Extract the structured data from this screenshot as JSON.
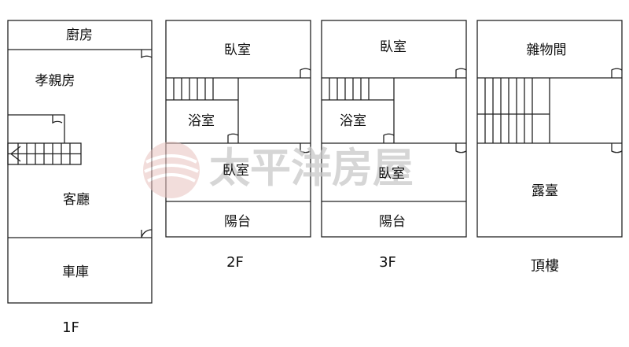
{
  "watermark": {
    "text": "太平洋房屋",
    "color": "#d9a8a4"
  },
  "floors": [
    {
      "label": "1F",
      "rooms": [
        "廚房",
        "孝親房",
        "客廳",
        "車庫"
      ]
    },
    {
      "label": "2F",
      "rooms": [
        "臥室",
        "浴室",
        "臥室",
        "陽台"
      ]
    },
    {
      "label": "3F",
      "rooms": [
        "臥室",
        "浴室",
        "臥室",
        "陽台"
      ]
    },
    {
      "label": "頂樓",
      "rooms": [
        "雜物間",
        "露臺"
      ]
    }
  ]
}
